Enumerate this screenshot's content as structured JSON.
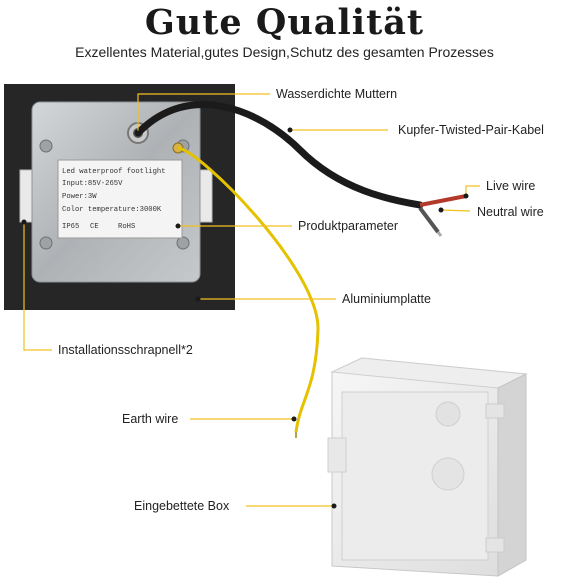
{
  "header": {
    "title": "Gute Qualität",
    "subtitle": "Exzellentes Material,gutes Design,Schutz des gesamten Prozesses"
  },
  "callouts": {
    "nut": "Wasserdichte Muttern",
    "cable": "Kupfer-Twisted-Pair-Kabel",
    "live": "Live wire",
    "neutral": "Neutral wire",
    "params": "Produktparameter",
    "plate": "Aluminiumplatte",
    "clip": "Installationsschrapnell*2",
    "earth": "Earth wire",
    "box": "Eingebettete Box"
  },
  "spec_label": {
    "line1": "Led waterproof footlight",
    "line2": "Input:85V-265V",
    "line3": "Power:3W",
    "line4": "Color temperature:3000K",
    "line5": "IP65",
    "line6": "CE",
    "line7": "RoHS"
  },
  "colors": {
    "accent_line": "#f0c020",
    "earth_wire": "#e8c400",
    "live_wire": "#c0392b",
    "plate": "#2a2a2a",
    "housing": "#b8bcbf"
  }
}
